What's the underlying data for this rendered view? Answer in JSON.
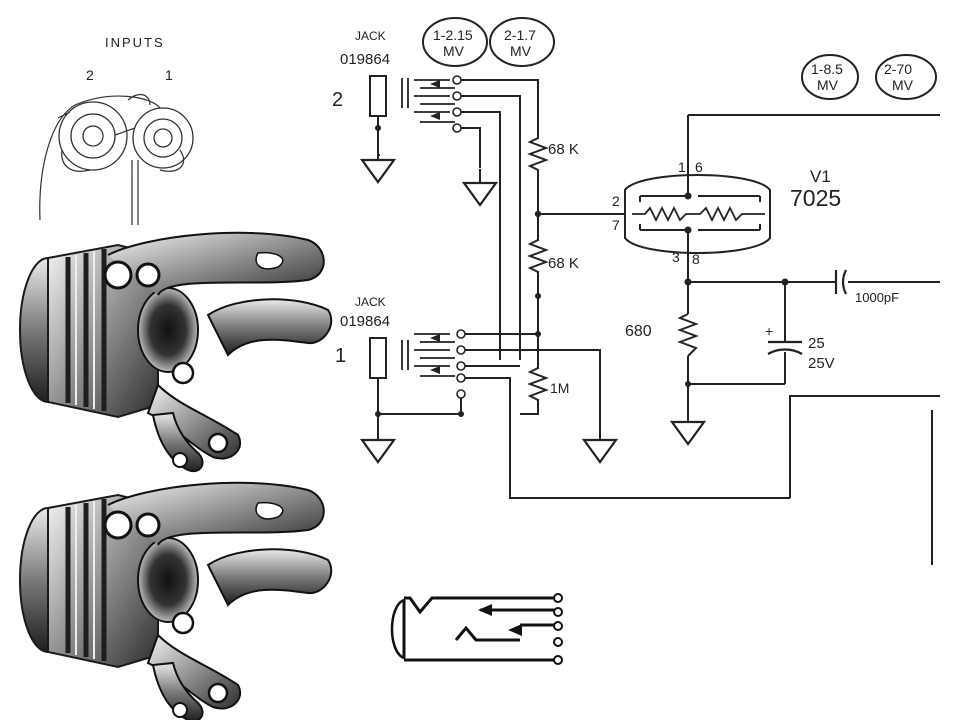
{
  "inputs_sketch": {
    "title": "INPUTS",
    "label_2": "2",
    "label_1": "1"
  },
  "schematic": {
    "voltage_bubbles": [
      {
        "top": "1-2.15",
        "bottom": "MV"
      },
      {
        "top": "2-1.7",
        "bottom": "MV"
      },
      {
        "top": "1-8.5",
        "bottom": "MV"
      },
      {
        "top": "2-70",
        "bottom": "MV"
      }
    ],
    "jack_top": {
      "label": "JACK",
      "part": "019864",
      "number": "2"
    },
    "jack_bottom": {
      "label": "JACK",
      "part": "019864",
      "number": "1"
    },
    "resistors": {
      "r_top": "68 K",
      "r_mid": "68 K",
      "r_1m": "1M",
      "r_cathode": "680"
    },
    "tube": {
      "name": "V1",
      "type": "7025",
      "pins": {
        "p1": "1",
        "p6": "6",
        "p2": "2",
        "p7": "7",
        "p3": "3",
        "p8": "8"
      }
    },
    "capacitors": {
      "coupling": "1000pF",
      "bypass_value": "25",
      "bypass_voltage": "25V",
      "bypass_polarity": "+"
    }
  },
  "colors": {
    "ink": "#222222",
    "metal_dark": "#2b2b2b",
    "metal_light": "#d8d8d8"
  }
}
